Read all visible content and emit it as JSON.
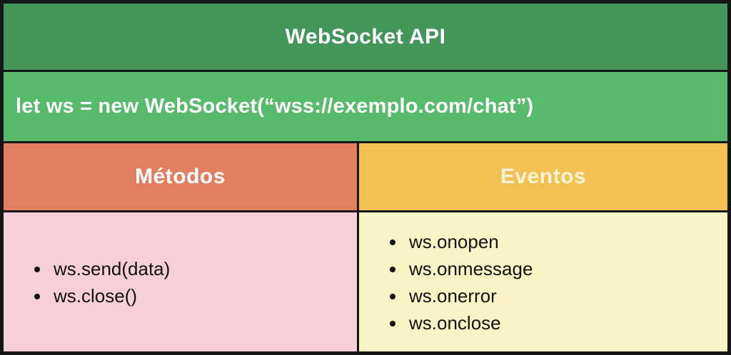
{
  "diagram": {
    "title": "WebSocket API",
    "code_line": "let ws = new WebSocket(“wss://exemplo.com/chat”)",
    "columns": [
      {
        "header": "Métodos",
        "items": [
          "ws.send(data)",
          "ws.close()"
        ]
      },
      {
        "header": "Eventos",
        "items": [
          "ws.onopen",
          "ws.onmessage",
          "ws.onerror",
          "ws.onclose"
        ]
      }
    ],
    "colors": {
      "title_bg": "#43965A",
      "code_bg": "#57BA6C",
      "methods_header_bg": "#E27F62",
      "events_header_bg": "#F3C052",
      "methods_body_bg": "#F6CFD8",
      "events_body_bg": "#FAF3C6",
      "border": "#161616",
      "title_text": "#FFFFFF",
      "methods_header_text": "#FFFFFF",
      "events_header_text": "#FBF3D8",
      "body_text": "#111111"
    }
  }
}
